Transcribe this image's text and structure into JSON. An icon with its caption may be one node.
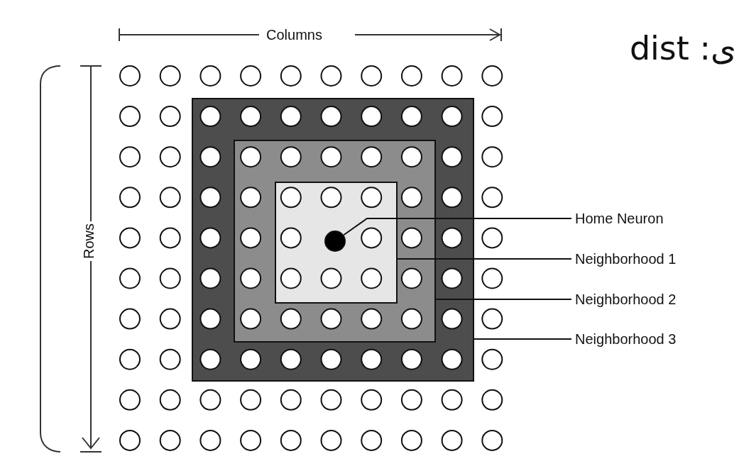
{
  "diagram": {
    "nodes": [
      {
        "text": [],
        "shape": "box"
      },
      {
        "text": [],
        "shape": "box",
        "in": 0
      },
      {
        "text": [],
        "shape": "box",
        "in": 1
      },
      {
        "text": [],
        "shape": "circle",
        "in": 2
      },
      {
        "text": [
          "Home Neuron"
        ]
      },
      {
        "text": [
          "Neighborhood 1"
        ]
      },
      {
        "text": [
          "Neighborhood 2"
        ]
      },
      {
        "text": [
          "Neighborhood 3"
        ]
      }
    ],
    "edges": [
      {
        "from": 4,
        "to": 3,
        "arrow": "none"
      },
      {
        "from": 5,
        "to": 2,
        "arrow": "none"
      },
      {
        "from": 6,
        "to": 1,
        "arrow": "none"
      },
      {
        "from": 7,
        "to": 0,
        "arrow": "none"
      }
    ],
    "labels": [
      "ی: dist",
      "Columns",
      "Rows"
    ]
  }
}
